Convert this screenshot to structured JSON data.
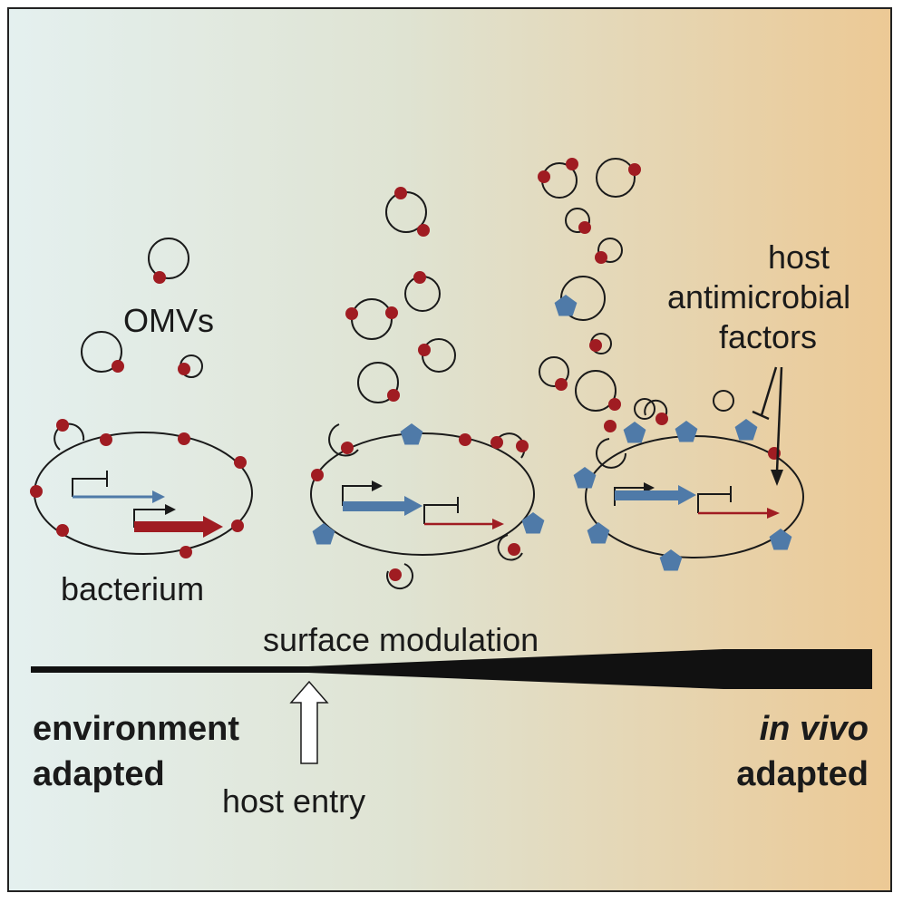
{
  "labels": {
    "omvs": "OMVs",
    "bacterium": "bacterium",
    "host_factors_1": "host",
    "host_factors_2": "antimicrobial",
    "host_factors_3": "factors",
    "surface_modulation": "surface modulation",
    "host_entry": "host entry",
    "left_1": "environment",
    "left_2": "adapted",
    "right_1": "in vivo",
    "right_2": "adapted"
  },
  "colors": {
    "background_left": "#e4f0ef",
    "background_right": "#ecc995",
    "red_dot": "#a01c22",
    "blue_pentagon": "#4f7aa8",
    "blue_arrow": "#4f7aa8",
    "red_arrow": "#a01c22",
    "ink": "#1a1a1a"
  },
  "icons": {
    "omv": "vesicle-circle-icon",
    "red_dot": "red-dot-icon",
    "pentagon": "blue-pentagon-icon",
    "promoter": "promoter-arrow-icon",
    "gene": "gene-arrow-icon",
    "host_entry": "hollow-up-arrow-icon",
    "inhibition": "inhibition-arrow-icon"
  }
}
